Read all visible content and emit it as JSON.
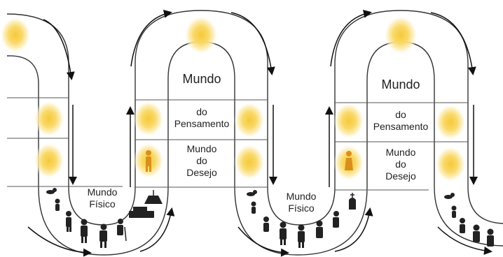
{
  "diagram": {
    "labels": {
      "mundo_1": "Mundo",
      "do_pensamento_1": "do\nPensamento",
      "mundo_do_desejo_1": "Mundo\ndo\nDesejo",
      "mundo_fisico_1": "Mundo\nFísico",
      "mundo_2": "Mundo",
      "do_pensamento_2": "do\nPensamento",
      "mundo_do_desejo_2": "Mundo\ndo\nDesejo",
      "mundo_fisico_2": "Mundo\nFísico"
    },
    "colors": {
      "line": "#333333",
      "arrow": "#111111",
      "glow_inner": "#f7d24a",
      "glow_outer": "#fdf0c0",
      "figure": "#222222"
    },
    "icons": [
      "sun-glow-icon",
      "child-figure-icon",
      "adult-figure-icon",
      "elder-figure-icon",
      "coffin-icon",
      "tombstone-icon",
      "baby-icon",
      "spirit-figure-icon",
      "arrow-icon"
    ]
  }
}
